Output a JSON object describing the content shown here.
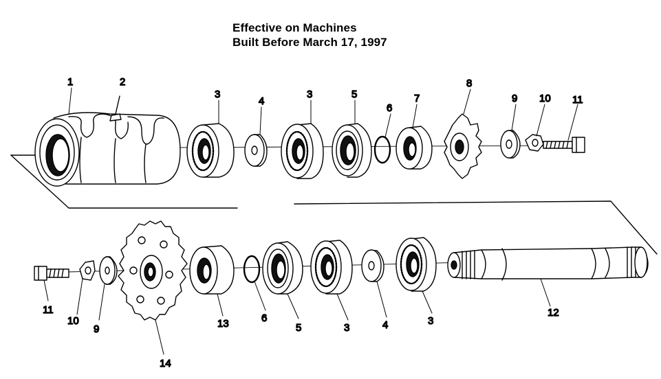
{
  "title": {
    "line1": "Effective on Machines",
    "line2": "Built Before March 17, 1997"
  },
  "top_callouts": [
    "1",
    "2",
    "3",
    "4",
    "3",
    "5",
    "6",
    "7",
    "8",
    "9",
    "10",
    "11"
  ],
  "bottom_callouts": [
    "11",
    "10",
    "9",
    "14",
    "13",
    "6",
    "5",
    "3",
    "4",
    "3",
    "12"
  ],
  "colors": {
    "ink": "#000000",
    "paper": "#ffffff"
  }
}
